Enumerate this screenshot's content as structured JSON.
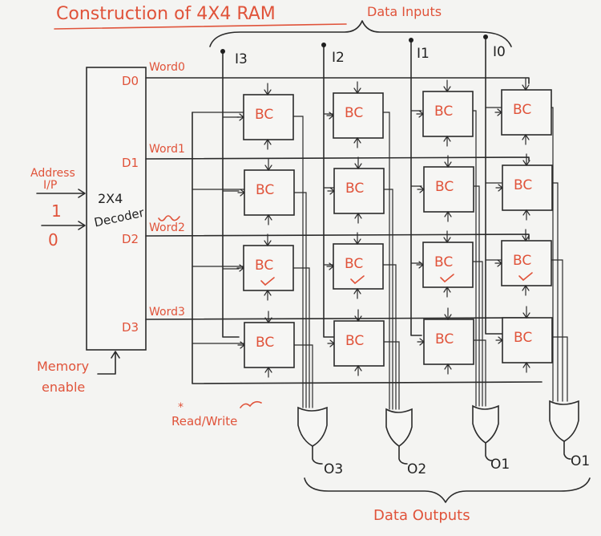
{
  "title": "Construction of 4X4 RAM",
  "data_inputs_label": "Data Inputs",
  "input_labels": [
    "I3",
    "I2",
    "I1",
    "I0"
  ],
  "word_labels": [
    "Word0",
    "Word1",
    "Word2",
    "Word3"
  ],
  "decoder_outputs": [
    "D0",
    "D1",
    "D2",
    "D3"
  ],
  "decoder": {
    "line1": "2X4",
    "line2": "Decoder"
  },
  "address": {
    "line1": "Address",
    "line2": "I/P",
    "bit_high": "1",
    "bit_low": "0"
  },
  "memory_enable": {
    "line1": "Memory",
    "line2": "enable"
  },
  "cell_label": "BC",
  "read_write_label": "Read/Write",
  "output_labels": [
    "O3",
    "O2",
    "O1",
    "O1"
  ],
  "data_outputs_label": "Data Outputs",
  "colors": {
    "ink": "#2b2b2b",
    "accent": "#e0533a",
    "background": "#f4f4f2"
  }
}
